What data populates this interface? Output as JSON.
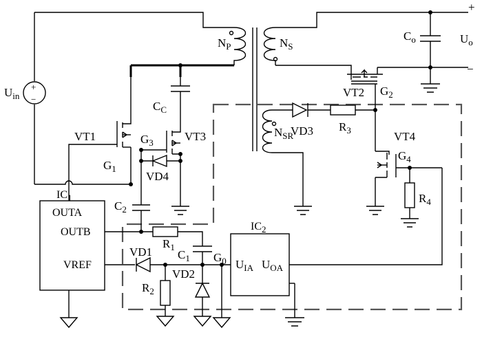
{
  "labels": {
    "plus": "+",
    "minus": "−",
    "uin_main": "U",
    "uin_sub": "in",
    "uo_main": "U",
    "uo_sub": "o",
    "co_main": "C",
    "co_sub": "o",
    "np_main": "N",
    "np_sub": "P",
    "ns_main": "N",
    "ns_sub": "S",
    "nsr_main": "N",
    "nsr_sub": "SR",
    "cc_main": "C",
    "cc_sub": "C",
    "c2_main": "C",
    "c2_sub": "2",
    "c1_main": "C",
    "c1_sub": "1",
    "r1_main": "R",
    "r1_sub": "1",
    "r2_main": "R",
    "r2_sub": "2",
    "r3_main": "R",
    "r3_sub": "3",
    "r4_main": "R",
    "r4_sub": "4",
    "vt1": "VT1",
    "vt2": "VT2",
    "vt3": "VT3",
    "vt4": "VT4",
    "vd1": "VD1",
    "vd2": "VD2",
    "vd3": "VD3",
    "vd4": "VD4",
    "g1_main": "G",
    "g1_sub": "1",
    "g2_main": "G",
    "g2_sub": "2",
    "g3_main": "G",
    "g3_sub": "3",
    "g4_main": "G",
    "g4_sub": "4",
    "g0_main": "G",
    "g0_sub": "0",
    "ic1_main": "IC",
    "ic1_sub": "1",
    "ic2_main": "IC",
    "ic2_sub": "2",
    "outa": "OUTA",
    "outb": "OUTB",
    "vref": "VREF",
    "uia_main": "U",
    "uia_sub": "IA",
    "uoa_main": "U",
    "uoa_sub": "OA"
  }
}
